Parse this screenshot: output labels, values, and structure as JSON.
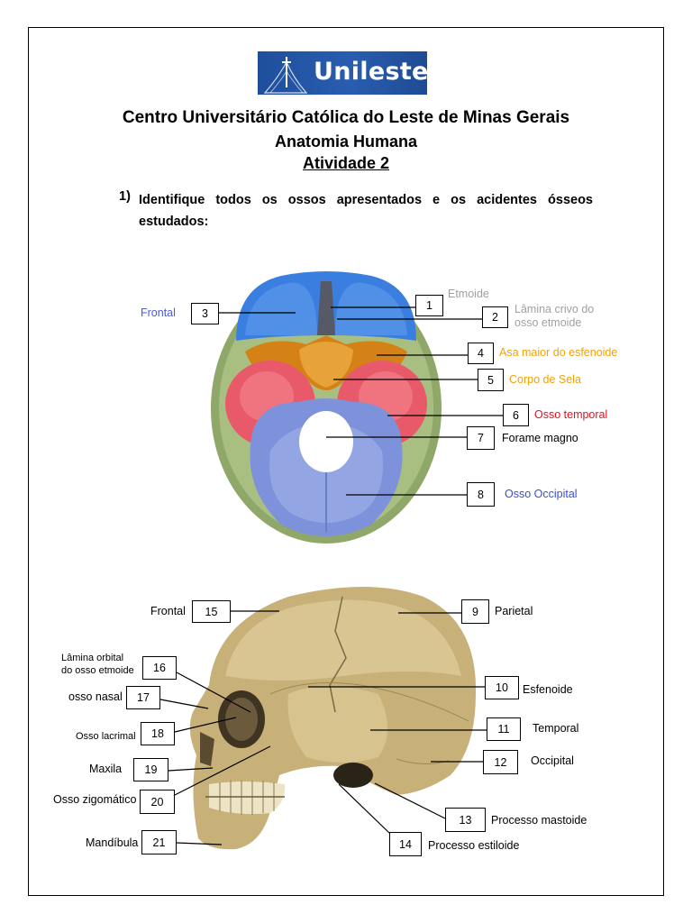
{
  "header": {
    "logo_text": "Unileste",
    "institution": "Centro Universitário Católica do Leste de Minas Gerais",
    "course": "Anatomia Humana",
    "activity": "Atividade 2"
  },
  "question": {
    "number": "1)",
    "text": "Identifique todos os ossos apresentados e os acidentes ósseos estudados:"
  },
  "colors": {
    "frontal_blue": "#4a5bd4",
    "etmoide_gray": "#a0a0a0",
    "sphenoid_orange": "#f0a20a",
    "temporal_red": "#e8101c",
    "occipital_blue": "#3a4fd0"
  },
  "top_diagram": {
    "boxes": [
      "3",
      "1",
      "2",
      "4",
      "5",
      "6",
      "7",
      "8"
    ],
    "labels": {
      "frontal": "Frontal",
      "etmoide": "Etmoide",
      "lamina_line1": "Lâmina crivo do",
      "lamina_line2": "osso etmoide",
      "asa": "Asa maior do esfenoide",
      "corpo": "Corpo de Sela",
      "temporal": "Osso temporal",
      "forame": "Forame  magno",
      "occipital": "Osso Occipital"
    }
  },
  "bottom_diagram": {
    "boxes": [
      "15",
      "9",
      "16",
      "17",
      "10",
      "18",
      "11",
      "19",
      "12",
      "20",
      "13",
      "21",
      "14"
    ],
    "labels": {
      "frontal": "Frontal",
      "parietal": "Parietal",
      "lamina_line1": "Lâmina orbital",
      "lamina_line2": "do osso etmoide",
      "nasal": "osso nasal",
      "esfenoide": "Esfenoide",
      "lacrimal": "Osso lacrimal",
      "temporal": "Temporal",
      "maxila": "Maxila",
      "occipital": "Occipital",
      "zigomatico": "Osso zigomático",
      "mastoide": "Processo mastoide",
      "mandibula": "Mandíbula",
      "estiloide": "Processo estiloide"
    }
  }
}
